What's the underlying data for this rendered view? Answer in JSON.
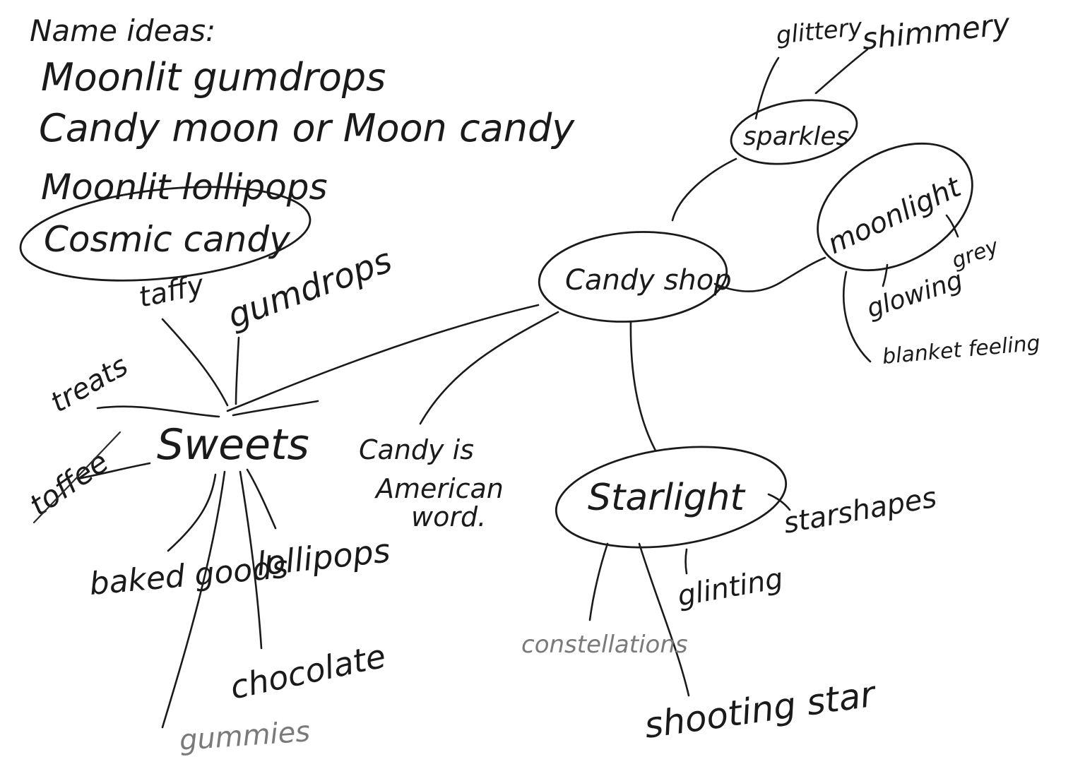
{
  "title": "Name ideas:",
  "name_ideas": [
    "Moonlit gumdrops",
    "Candy moon or Moon candy",
    "Moonlit lollipops",
    "Cosmic candy"
  ],
  "center": "Candy shop",
  "branches": {
    "sweets": {
      "label": "Sweets",
      "items": [
        "taffy",
        "gumdrops",
        "treats",
        "toffee",
        "baked goods",
        "lollipops",
        "chocolate",
        "gummies"
      ]
    },
    "sparkles": {
      "label": "sparkles",
      "items": [
        "glittery",
        "shimmery"
      ]
    },
    "moonlight": {
      "label": "moonlight",
      "items": [
        "glowing",
        "grey",
        "blanket feeling"
      ]
    },
    "starlight": {
      "label": "Starlight",
      "items": [
        "starshapes",
        "glinting",
        "constellations",
        "shooting star"
      ]
    }
  },
  "note": {
    "line1": "Candy is",
    "line2": "American",
    "line3": "word."
  }
}
